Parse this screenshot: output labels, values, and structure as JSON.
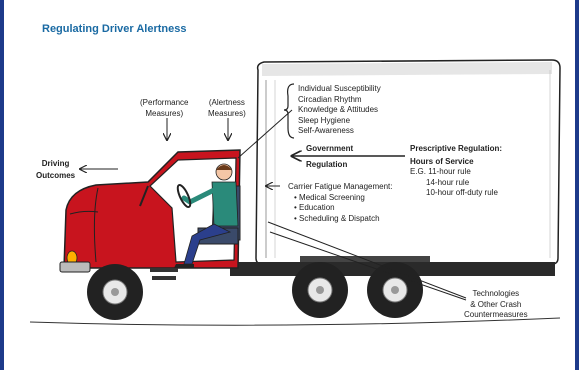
{
  "title": "Regulating Driver Alertness",
  "labels": {
    "performance_measures": [
      "(Performance",
      "Measures)"
    ],
    "alertness_measures": [
      "(Alertness",
      "Measures)"
    ],
    "driving_outcomes": [
      "Driving",
      "Outcomes"
    ],
    "government_regulation": [
      "Government",
      "Regulation"
    ],
    "prescriptive": {
      "heading": [
        "Prescriptive Regulation:",
        "Hours of Service"
      ],
      "eg_label": "E.G. 11-hour rule",
      "rules": [
        "14-hour rule",
        "10-hour off-duty rule"
      ]
    },
    "individual_factors": [
      "Individual Susceptibility",
      "Circadian Rhythm",
      "Knowledge & Attitudes",
      "Sleep Hygiene",
      "Self-Awareness"
    ],
    "carrier": {
      "heading": "Carrier Fatigue Management:",
      "items": [
        "• Medical Screening",
        "• Education",
        "• Scheduling & Dispatch"
      ]
    },
    "technologies": [
      "Technologies",
      "& Other Crash",
      "Countermeasures"
    ]
  },
  "colors": {
    "title": "#1a6aa3",
    "truck_cab": "#c8141e",
    "driver_shirt": "#2a8a7a",
    "driver_pants": "#2b3f8c",
    "border": "#1d3a8a"
  }
}
